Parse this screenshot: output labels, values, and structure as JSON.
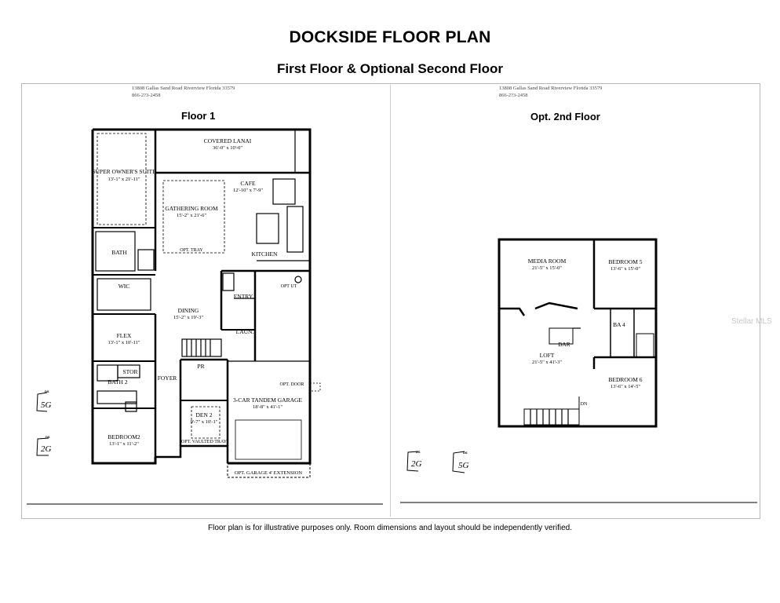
{
  "header": {
    "title": "DOCKSIDE FLOOR PLAN",
    "subtitle": "First Floor & Optional Second Floor"
  },
  "footer": {
    "disclaimer": "Floor plan is for illustrative purposes only. Room dimensions and layout should be independently verified."
  },
  "watermark": "Stellar MLS",
  "sheets": {
    "left": {
      "address_line1": "13808 Gallas Sand Road  Riverview Florida 33579",
      "address_line2": "866-2?3-2458"
    },
    "right": {
      "address_line1": "13808 Gallas Sand Road  Riverview Florida 33579",
      "address_line2": "866-2?3-2458"
    }
  },
  "floor1": {
    "label": "Floor 1",
    "rooms": {
      "covered_lanai": {
        "name": "COVERED LANAI",
        "dims": "36'-0\" x 10'-0\""
      },
      "owners_suite": {
        "name": "SUPER OWNER'S SUITE",
        "dims": "13'-1\" x 21'-11\""
      },
      "cafe": {
        "name": "CAFE",
        "dims": "12'-10\" x 7'-9\""
      },
      "gathering": {
        "name": "GATHERING ROOM",
        "dims": "15'-2\" x 21'-6\""
      },
      "kitchen": {
        "name": "KITCHEN"
      },
      "bath": {
        "name": "BATH"
      },
      "wic": {
        "name": "WIC"
      },
      "dining": {
        "name": "DINING",
        "dims": "15'-2\" x 19'-3\""
      },
      "entry": {
        "name": "ENTRY"
      },
      "laun": {
        "name": "LAUN."
      },
      "flex": {
        "name": "FLEX",
        "dims": "13'-1\" x 10'-11\""
      },
      "stor": {
        "name": "STOR"
      },
      "bath2": {
        "name": "BATH 2"
      },
      "foyer": {
        "name": "FOYER"
      },
      "pr": {
        "name": "PR"
      },
      "garage": {
        "name": "3-CAR TANDEM GARAGE",
        "dims": "18'-8\" x 41'-1\""
      },
      "den2": {
        "name": "DEN 2",
        "dims": "9'-7\" x 10'-1\""
      },
      "bedroom2": {
        "name": "BEDROOM2",
        "dims": "13'-1\" x 11'-2\""
      }
    },
    "notes": {
      "opt_tray": "OPT. TRAY",
      "opt_ut": "OPT UT",
      "opt_door": "OPT. DOOR",
      "opt_tray_den": "OPT. VAULTED TRAY",
      "opt_garage_ext": "OPT. GARAGE 4' EXTENSION"
    }
  },
  "floor2": {
    "label": "Opt. 2nd Floor",
    "rooms": {
      "media": {
        "name": "MEDIA ROOM",
        "dims": "21'-5\" x 15'-0\""
      },
      "bedroom5": {
        "name": "BEDROOM 5",
        "dims": "13'-6\" x 15'-0\""
      },
      "ba4": {
        "name": "BA 4"
      },
      "bar": {
        "name": "BAR"
      },
      "loft": {
        "name": "LOFT",
        "dims": "21'-5\" x 41'-3\""
      },
      "bedroom6": {
        "name": "BEDROOM 6",
        "dims": "13'-6\" x 14'-5\""
      },
      "dn": {
        "name": "DN"
      }
    }
  },
  "stamps": {
    "ds_label": "DS",
    "code_5g": "5G",
    "code_2g": "2G"
  }
}
